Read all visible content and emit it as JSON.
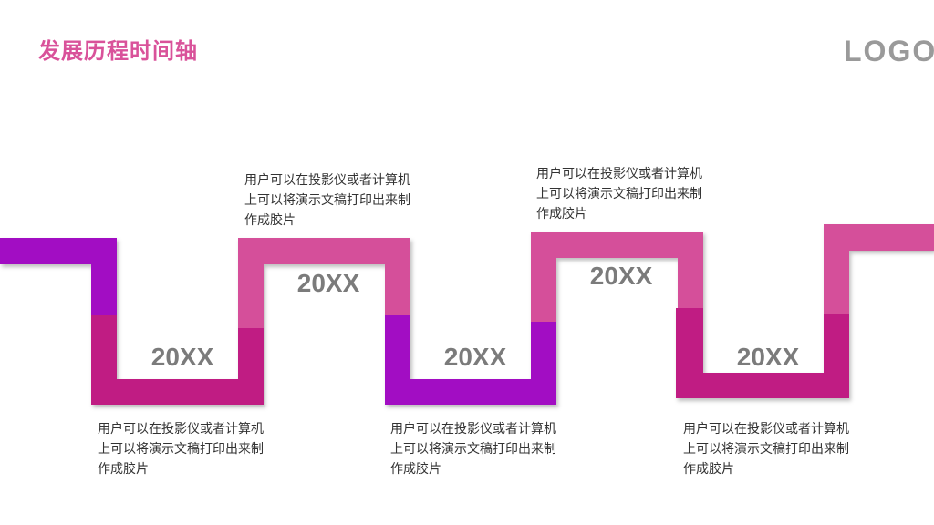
{
  "page": {
    "title": "发展历程时间轴",
    "logo": "LOGO"
  },
  "colors": {
    "purple": "#a20ac3",
    "magenta": "#c01a83",
    "pink": "#d5509a",
    "year_text": "#7b7b7b",
    "title_text": "#d9529a"
  },
  "milestones": [
    {
      "year": "20XX",
      "text": "用户可以在投影仪或者计算机上可以将演示文稿打印出来制作成胶片"
    },
    {
      "year": "20XX",
      "text": "用户可以在投影仪或者计算机上可以将演示文稿打印出来制作成胶片"
    },
    {
      "year": "20XX",
      "text": "用户可以在投影仪或者计算机上可以将演示文稿打印出来制作成胶片"
    },
    {
      "year": "20XX",
      "text": "用户可以在投影仪或者计算机上可以将演示文稿打印出来制作成胶片"
    },
    {
      "year": "20XX",
      "text": "用户可以在投影仪或者计算机上可以将演示文稿打印出来制作成胶片"
    }
  ]
}
